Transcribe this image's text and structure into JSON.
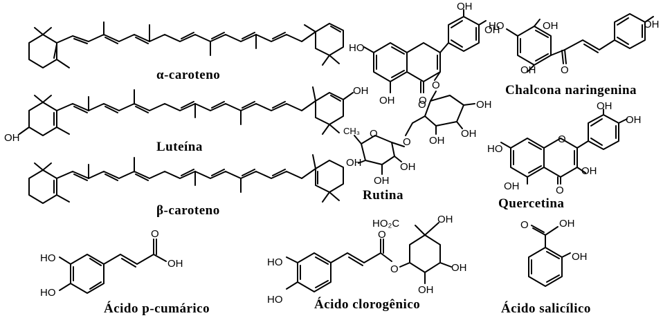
{
  "captions": {
    "alpha_carotene": "α-caroteno",
    "lutein": "Luteína",
    "beta_carotene": "β-caroteno",
    "caffeic": "Ácido p-cumárico",
    "rutin": "Rutina",
    "chlorogenic": "Ácido clorogênico",
    "chalcone": "Chalcona naringenina",
    "quercetin": "Quercetina",
    "salicylic": "Ácido salicílico"
  },
  "atoms": {
    "oh": "OH",
    "ho": "HO",
    "o": "O",
    "ch3": "CH₃",
    "ho2c": "HO₂C"
  }
}
